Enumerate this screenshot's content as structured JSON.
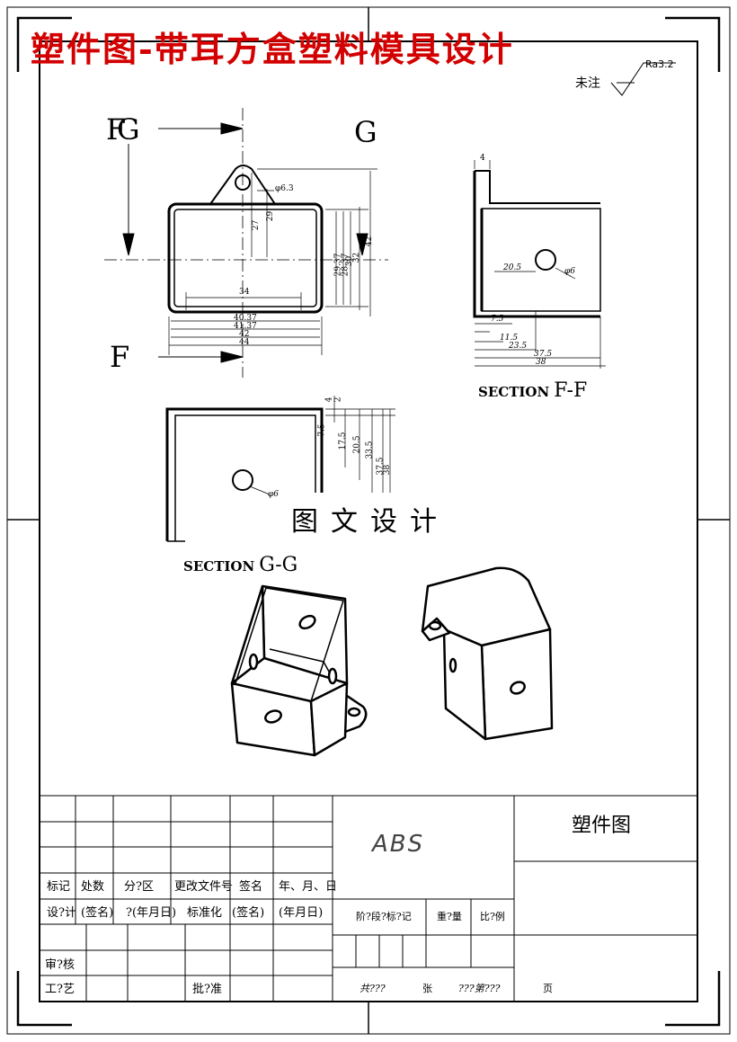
{
  "title_banner": "塑件图-带耳方盒塑料模具设计",
  "watermark": "图文设计",
  "roughness": {
    "note": "未注",
    "symbol": "Ra3.2"
  },
  "views": {
    "top": {
      "letter_g_left": "G",
      "letter_f_overlap": "F",
      "letter_g_right": "G",
      "letter_f": "F"
    },
    "section_ff": {
      "label_word": "SECTION",
      "label_id": "F-F"
    },
    "section_gg": {
      "label_word": "SECTION",
      "label_id": "G-G"
    }
  },
  "dimensions": {
    "top_view": [
      "φ6.3",
      "27",
      "29",
      "34",
      "40.37",
      "41.37",
      "42",
      "44",
      "29.37",
      "28.37",
      "30",
      "32",
      "42"
    ],
    "section_ff": [
      "4",
      "20.5",
      "φ6",
      "7.5",
      "11.5",
      "23.5",
      "37.5",
      "38"
    ],
    "section_gg": [
      "2",
      "4",
      "7.5",
      "17.5",
      "20.5",
      "33.5",
      "37.5",
      "38",
      "φ6"
    ]
  },
  "title_block": {
    "headers": [
      "标记",
      "处数",
      "分?区",
      "更改文件号",
      "签名",
      "年、月、日"
    ],
    "design_row": [
      "设?计",
      "(签名)",
      "?(年月日)",
      "标准化",
      "(签名)",
      "(年月日)"
    ],
    "review": "审?核",
    "process": "工?艺",
    "approve": "批?准",
    "material": "ABS",
    "stage_mark": "阶?段?标?记",
    "weight": "重?量",
    "scale": "比?例",
    "sheets": "共???",
    "sheet_unit": "张",
    "sheet_no": "???第???",
    "page_unit": "页",
    "drawing_name": "塑件图"
  }
}
